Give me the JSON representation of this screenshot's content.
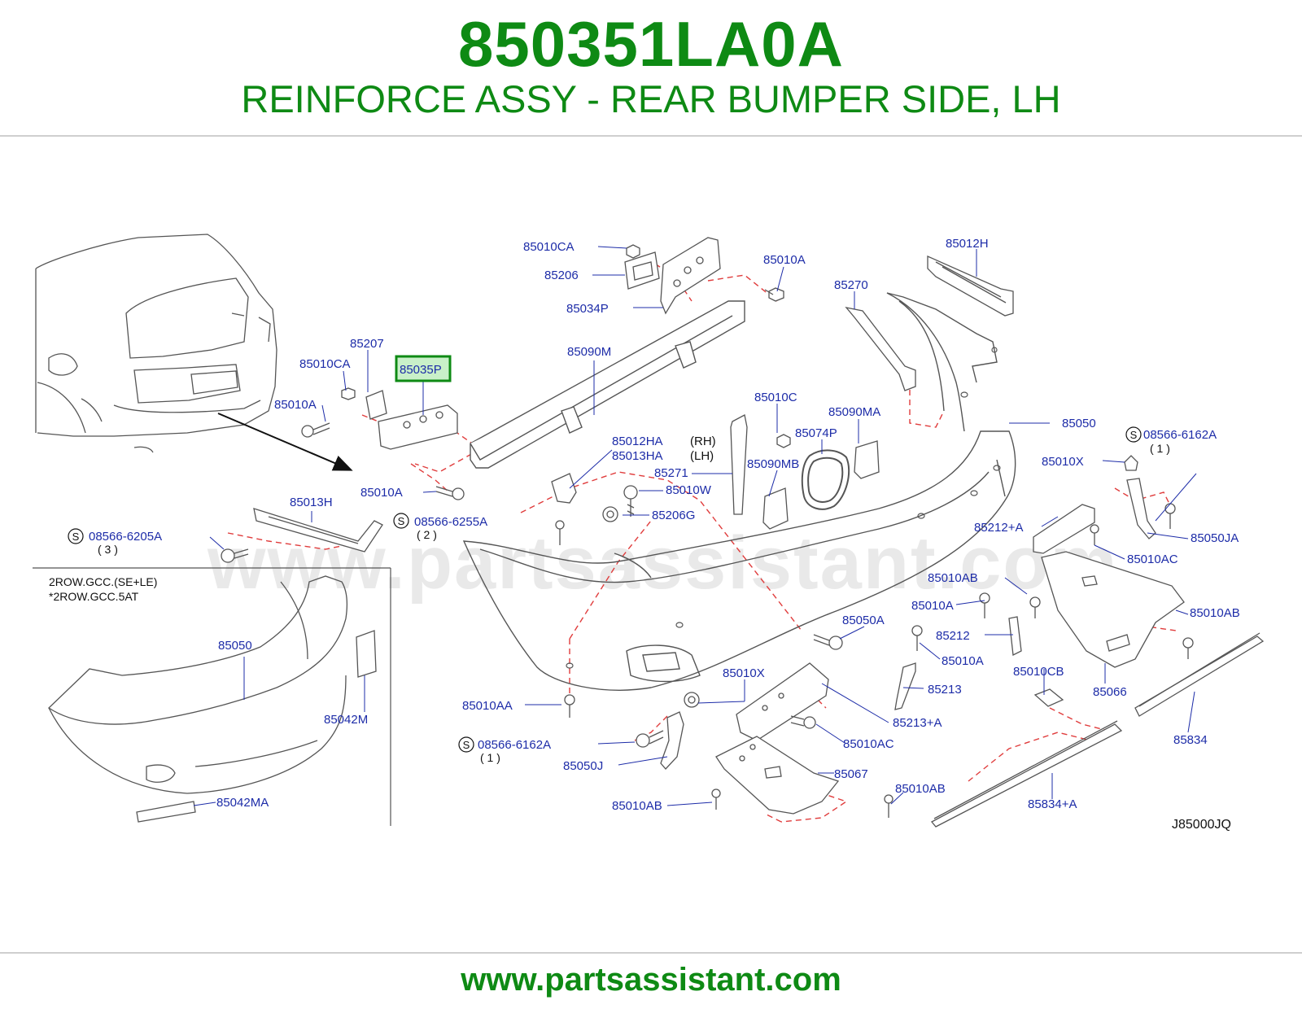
{
  "header": {
    "part_number": "850351LA0A",
    "part_name": "REINFORCE ASSY - REAR BUMPER SIDE, LH"
  },
  "watermark": "www.partsassistant.com",
  "diagram": {
    "highlighted_part": "85035P",
    "callouts": [
      {
        "id": "c-85010CA-top",
        "label": "85010CA"
      },
      {
        "id": "c-85206",
        "label": "85206"
      },
      {
        "id": "c-85034P",
        "label": "85034P"
      },
      {
        "id": "c-85010A-top",
        "label": "85010A"
      },
      {
        "id": "c-85270",
        "label": "85270"
      },
      {
        "id": "c-85012H",
        "label": "85012H"
      },
      {
        "id": "c-85207",
        "label": "85207"
      },
      {
        "id": "c-85010CA-left",
        "label": "85010CA"
      },
      {
        "id": "c-85010A-left",
        "label": "85010A"
      },
      {
        "id": "c-85090M",
        "label": "85090M"
      },
      {
        "id": "c-85010C",
        "label": "85010C"
      },
      {
        "id": "c-85074P",
        "label": "85074P"
      },
      {
        "id": "c-85090MA",
        "label": "85090MA"
      },
      {
        "id": "c-85050-main",
        "label": "85050"
      },
      {
        "id": "c-08566-6162A-right",
        "label": "08566-6162A"
      },
      {
        "id": "c-85010X-right",
        "label": "85010X"
      },
      {
        "id": "c-85012HA",
        "label": "85012HA"
      },
      {
        "id": "c-85013HA",
        "label": "85013HA"
      },
      {
        "id": "c-rh",
        "label": "(RH)"
      },
      {
        "id": "c-lh",
        "label": "(LH)"
      },
      {
        "id": "c-85271",
        "label": "85271"
      },
      {
        "id": "c-85090MB",
        "label": "85090MB"
      },
      {
        "id": "c-85010W",
        "label": "85010W"
      },
      {
        "id": "c-85206G",
        "label": "85206G"
      },
      {
        "id": "c-85010A-mid",
        "label": "85010A"
      },
      {
        "id": "c-85013H",
        "label": "85013H"
      },
      {
        "id": "c-08566-6255A",
        "label": "08566-6255A"
      },
      {
        "id": "c-08566-6205A",
        "label": "08566-6205A"
      },
      {
        "id": "c-85212A",
        "label": "85212+A"
      },
      {
        "id": "c-85050JA",
        "label": "85050JA"
      },
      {
        "id": "c-85010AC-right",
        "label": "85010AC"
      },
      {
        "id": "c-85010AB-mid",
        "label": "85010AB"
      },
      {
        "id": "c-85010A-lowmid",
        "label": "85010A"
      },
      {
        "id": "c-85010AB-right",
        "label": "85010AB"
      },
      {
        "id": "c-85050A",
        "label": "85050A"
      },
      {
        "id": "c-85212",
        "label": "85212"
      },
      {
        "id": "c-85010A-low",
        "label": "85010A"
      },
      {
        "id": "c-85010CB",
        "label": "85010CB"
      },
      {
        "id": "c-85066",
        "label": "85066"
      },
      {
        "id": "c-85010X-low",
        "label": "85010X"
      },
      {
        "id": "c-85213",
        "label": "85213"
      },
      {
        "id": "c-85010AA",
        "label": "85010AA"
      },
      {
        "id": "c-85213A",
        "label": "85213+A"
      },
      {
        "id": "c-85834",
        "label": "85834"
      },
      {
        "id": "c-08566-6162A-low",
        "label": "08566-6162A"
      },
      {
        "id": "c-85010AC-low",
        "label": "85010AC"
      },
      {
        "id": "c-85050J",
        "label": "85050J"
      },
      {
        "id": "c-85067",
        "label": "85067"
      },
      {
        "id": "c-85010AB-low2",
        "label": "85010AB"
      },
      {
        "id": "c-85010AB-low",
        "label": "85010AB"
      },
      {
        "id": "c-85834A",
        "label": "85834+A"
      },
      {
        "id": "c-85050-inset",
        "label": "85050"
      },
      {
        "id": "c-85042M",
        "label": "85042M"
      },
      {
        "id": "c-85042MA",
        "label": "85042MA"
      }
    ],
    "quantities": {
      "q3": "( 3 )",
      "q2": "( 2 )",
      "q1a": "( 1 )",
      "q1b": "( 1 )"
    },
    "s_symbol": "S",
    "inset_note_1": "2ROW.GCC.(SE+LE)",
    "inset_note_2": "*2ROW.GCC.5AT",
    "diagram_code": "J85000JQ"
  },
  "footer": {
    "url": "www.partsassistant.com"
  },
  "colors": {
    "brand_green": "#0e8a14",
    "callout_blue": "#1d2ca8",
    "leader_red": "#e03c3c",
    "highlight_fill": "#c9f0c9",
    "line_gray": "#555555"
  }
}
